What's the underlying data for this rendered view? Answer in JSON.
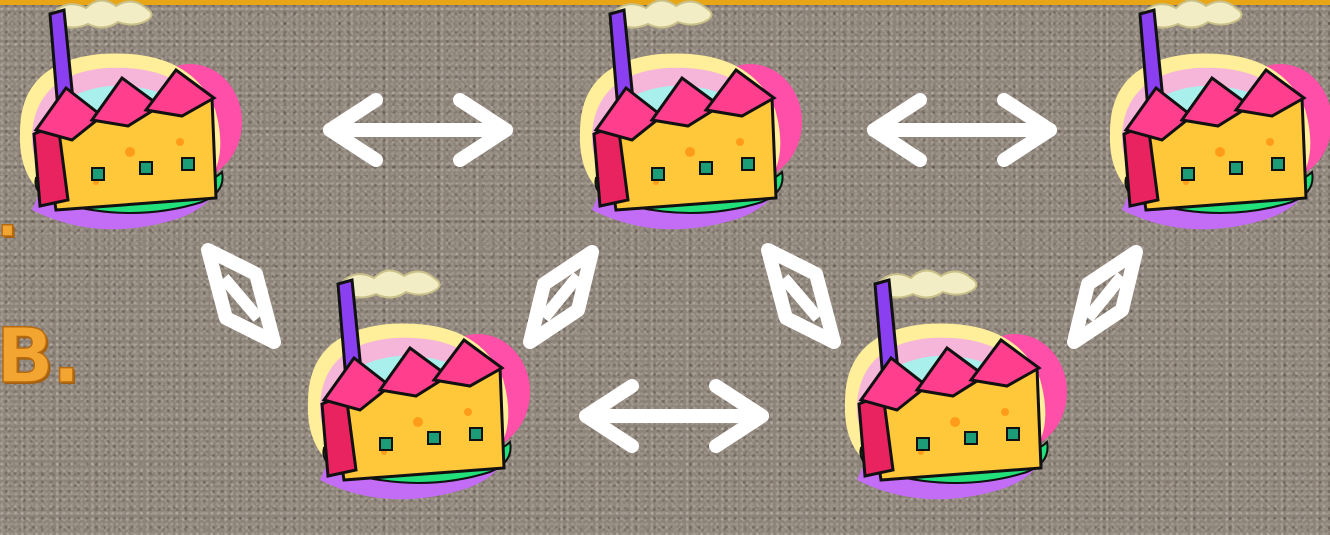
{
  "side_labels": {
    "first": ".",
    "second": "B."
  },
  "icons": {
    "factory": "factory-clipart",
    "horizontal_arrow": "double-headed-horizontal-arrow",
    "diagonal_arrow": "double-headed-diagonal-arrow"
  },
  "colors": {
    "background": "#8d8378",
    "accent_border": "#e8a617",
    "side_label": "#f2a531",
    "arrow": "#ffffff",
    "factory_roof": "#ff3f8e",
    "factory_wall": "#ffc83a",
    "factory_chimney": "#8a3ff0",
    "factory_grass": "#22e07a"
  }
}
